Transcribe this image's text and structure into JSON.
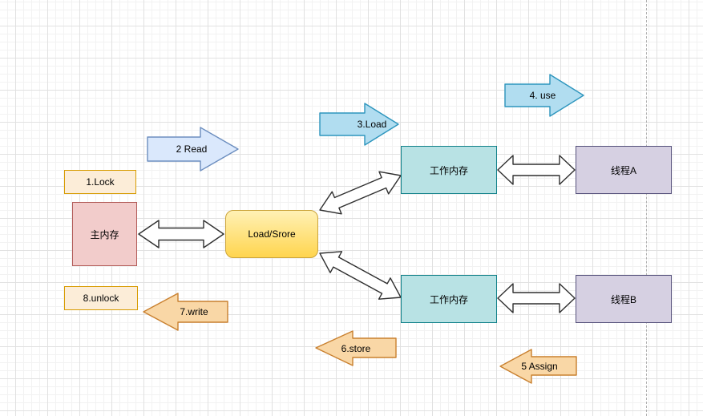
{
  "colors": {
    "grid-minor": "#F2F2F2",
    "grid-major": "#E1E1E1",
    "page-line": "#B0B0B0",
    "connector-stroke": "#2F2F2F",
    "cream-fill": "#FCEDD8",
    "cream-stroke": "#D79B00",
    "pink-fill": "#F2CCCB",
    "pink-stroke": "#B25B58",
    "teal-fill": "#B8E2E4",
    "teal-stroke": "#108089",
    "purple-fill": "#D6D0E2",
    "purple-stroke": "#55517B",
    "yellow-top": "#FFF1B5",
    "yellow-bottom": "#FFD54F",
    "yellow-stroke": "#CBA43B",
    "blue-light-fill": "#DAE8FC",
    "blue-light-stroke": "#6C8EBF",
    "blue-fill": "#B1DDF0",
    "blue-stroke": "#2D95BD",
    "orange-fill": "#F9D7A6",
    "orange-stroke": "#C9802F"
  },
  "boxes": [
    {
      "id": "lock-label",
      "label": "1.Lock"
    },
    {
      "id": "main-memory",
      "label": "主内存"
    },
    {
      "id": "unlock-label",
      "label": "8.unlock"
    },
    {
      "id": "load-store",
      "label": "Load/Srore"
    },
    {
      "id": "working-memory-a",
      "label": "工作内存"
    },
    {
      "id": "thread-a",
      "label": "线程A"
    },
    {
      "id": "working-memory-b",
      "label": "工作内存"
    },
    {
      "id": "thread-b",
      "label": "线程B"
    }
  ],
  "arrows": {
    "read": "2 Read",
    "load": "3.Load",
    "use": "4. use",
    "assign": "5 Assign",
    "store": "6.store",
    "write": "7.write"
  }
}
